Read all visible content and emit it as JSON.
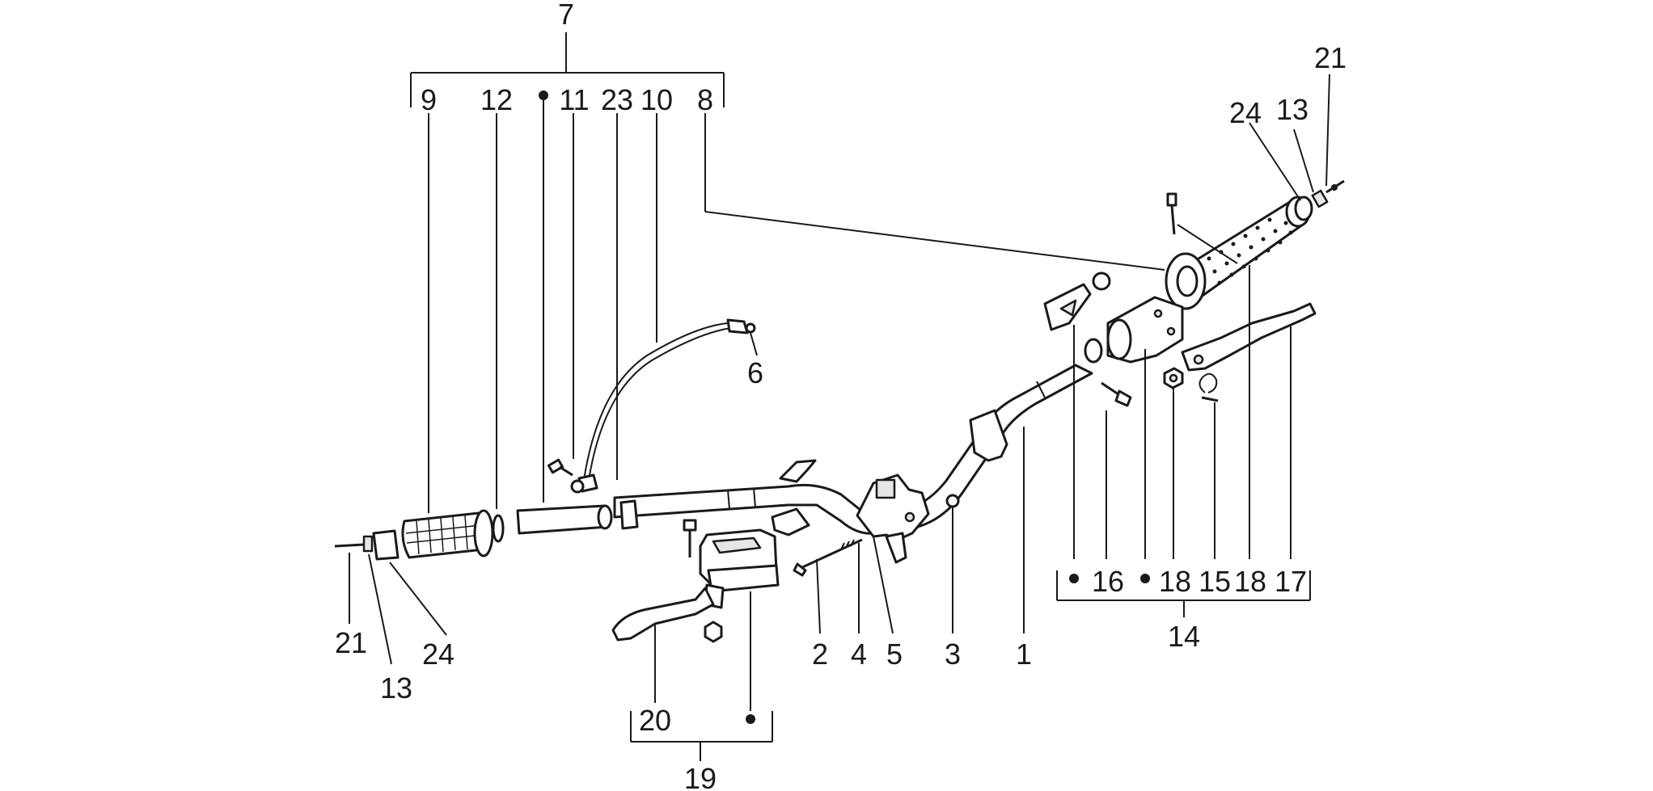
{
  "callouts": {
    "c1": "1",
    "c2": "2",
    "c3": "3",
    "c4": "4",
    "c5": "5",
    "c6": "6",
    "c7": "7",
    "c8": "8",
    "c9": "9",
    "c10": "10",
    "c11": "11",
    "c12": "12",
    "c13_left": "13",
    "c13_right": "13",
    "c14": "14",
    "c15": "15",
    "c16": "16",
    "c17": "17",
    "c18_a": "18",
    "c18_b": "18",
    "c19": "19",
    "c20": "20",
    "c21_left": "21",
    "c21_right": "21",
    "c23": "23",
    "c24_left": "24",
    "c24_right": "24"
  }
}
